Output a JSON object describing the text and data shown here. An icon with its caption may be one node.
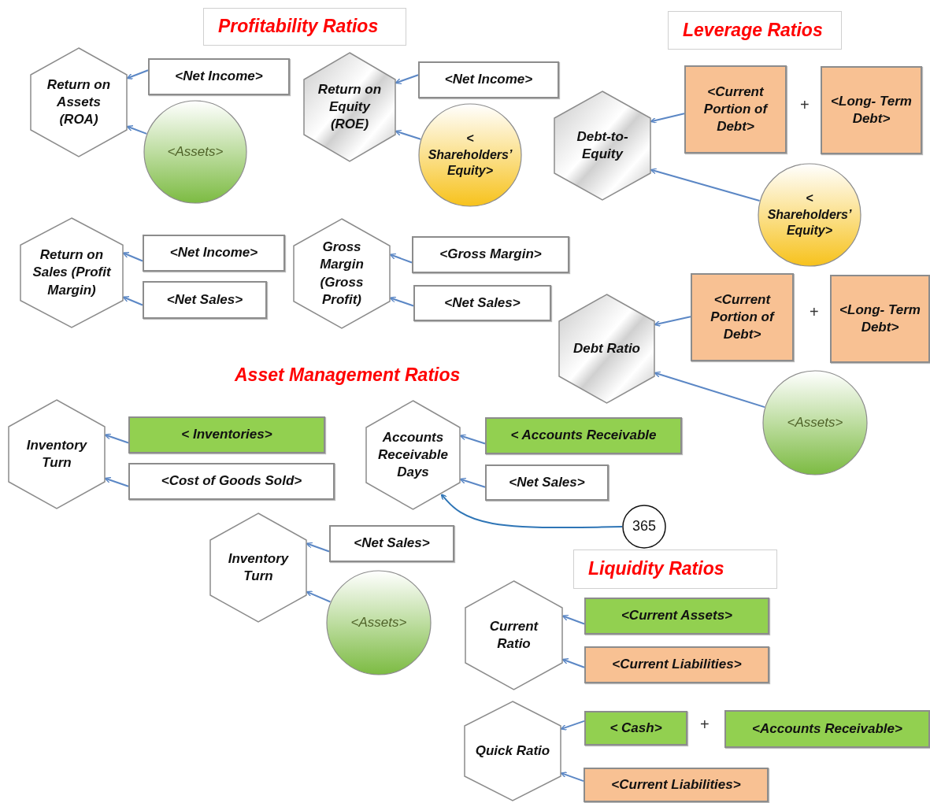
{
  "diagram": {
    "nodes": [
      {
        "text": [
          "Profitability Ratios"
        ]
      },
      {
        "text": [
          "Leverage Ratios"
        ]
      },
      {
        "text": [
          "Return on Assets (ROA)"
        ]
      },
      {
        "text": [
          "<Net Income>"
        ]
      },
      {
        "text": [
          "<Assets>"
        ]
      },
      {
        "text": [
          "Return on Equity (ROE)"
        ]
      },
      {
        "text": [
          "<Net Income>"
        ]
      },
      {
        "text": [
          "< Shareholders’ Equity>"
        ]
      },
      {
        "text": [
          "Debt-to- Equity"
        ]
      },
      {
        "text": [
          "<Current Portion of Debt>"
        ]
      },
      {
        "text": [
          "<Long- Term Debt>"
        ]
      },
      {
        "text": [
          "< Shareholders’ Equity>"
        ]
      },
      {
        "text": [
          "Return on Sales (Profit Margin)"
        ]
      },
      {
        "text": [
          "<Net Income>"
        ]
      },
      {
        "text": [
          "<Net Sales>"
        ]
      },
      {
        "text": [
          "Gross Margin (Gross Profit)"
        ]
      },
      {
        "text": [
          "<Gross Margin>"
        ]
      },
      {
        "text": [
          "<Net Sales>"
        ]
      },
      {
        "text": [
          "Debt Ratio"
        ]
      },
      {
        "text": [
          "<Current Portion of Debt>"
        ]
      },
      {
        "text": [
          "<Long- Term Debt>"
        ]
      },
      {
        "text": [
          "<Assets>"
        ]
      },
      {
        "text": [
          "Inventory Turn"
        ]
      },
      {
        "text": [
          "< Inventories>"
        ]
      },
      {
        "text": [
          "<Cost of Goods Sold>"
        ]
      },
      {
        "text": [
          "Accounts Receivable Days"
        ]
      },
      {
        "text": [
          "< Accounts Receivable"
        ]
      },
      {
        "text": [
          "<Net Sales>"
        ]
      },
      {
        "text": [
          "365"
        ]
      },
      {
        "text": [
          "Inventory Turn"
        ]
      },
      {
        "text": [
          "<Net Sales>"
        ]
      },
      {
        "text": [
          "<Assets>"
        ]
      },
      {
        "text": [
          "Liquidity Ratios"
        ]
      },
      {
        "text": [
          "Current Ratio"
        ]
      },
      {
        "text": [
          "<Current Assets>"
        ]
      },
      {
        "text": [
          "<Current Liabilities>"
        ]
      },
      {
        "text": [
          "Quick Ratio"
        ]
      },
      {
        "text": [
          "< Cash>"
        ]
      },
      {
        "text": [
          "<Accounts Receivable>"
        ]
      },
      {
        "text": [
          "<Current Liabilities>"
        ]
      }
    ],
    "edges": [
      {
        "from": 3,
        "to": 2,
        "arrow": "to"
      },
      {
        "from": 4,
        "to": 2,
        "arrow": "to"
      },
      {
        "from": 6,
        "to": 5,
        "arrow": "to"
      },
      {
        "from": 7,
        "to": 5,
        "arrow": "to"
      },
      {
        "from": 9,
        "to": 8,
        "arrow": "to"
      },
      {
        "from": 11,
        "to": 8,
        "arrow": "to"
      },
      {
        "from": 13,
        "to": 12,
        "arrow": "to"
      },
      {
        "from": 14,
        "to": 12,
        "arrow": "to"
      },
      {
        "from": 16,
        "to": 15,
        "arrow": "to"
      },
      {
        "from": 17,
        "to": 15,
        "arrow": "to"
      },
      {
        "from": 19,
        "to": 18,
        "arrow": "to"
      },
      {
        "from": 21,
        "to": 18,
        "arrow": "to"
      },
      {
        "from": 23,
        "to": 22,
        "arrow": "to"
      },
      {
        "from": 24,
        "to": 22,
        "arrow": "to"
      },
      {
        "from": 26,
        "to": 25,
        "arrow": "to"
      },
      {
        "from": 27,
        "to": 25,
        "arrow": "to"
      },
      {
        "from": 28,
        "to": 25,
        "arrow": "to",
        "color": "#2e75b6"
      },
      {
        "from": 30,
        "to": 29,
        "arrow": "to"
      },
      {
        "from": 31,
        "to": 29,
        "arrow": "to"
      },
      {
        "from": 34,
        "to": 33,
        "arrow": "to"
      },
      {
        "from": 35,
        "to": 33,
        "arrow": "to"
      },
      {
        "from": 37,
        "to": 36,
        "arrow": "to"
      },
      {
        "from": 39,
        "to": 36,
        "arrow": "to"
      }
    ],
    "labels": [
      "+",
      "+",
      "Asset Management Ratios",
      "+"
    ]
  }
}
